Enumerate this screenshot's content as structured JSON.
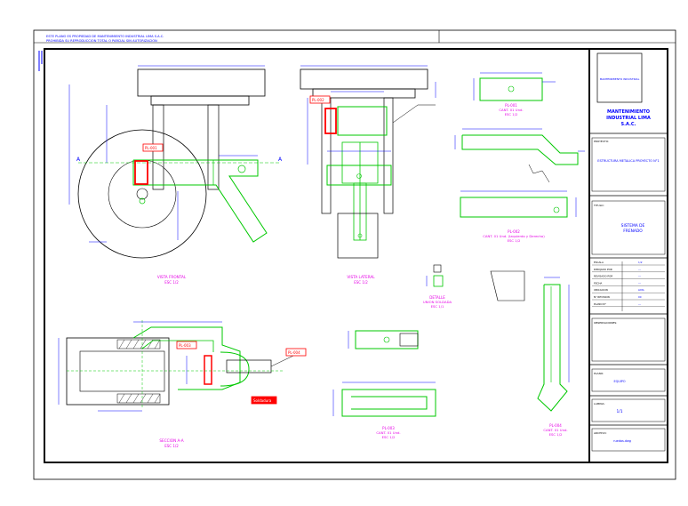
{
  "header": {
    "line1": "ESTE PLANO ES PROPIEDAD DE MANTENIMIENTO INDUSTRIAL LIMA S.A.C.",
    "line2": "PROHIBIDA SU REPRODUCCION TOTAL O PARCIAL SIN AUTORIZACION"
  },
  "views": {
    "front": {
      "title": "VISTA FRONTAL",
      "scale": "ESC 1/2"
    },
    "side": {
      "title": "VISTA LATERAL",
      "scale": "ESC 1/2"
    },
    "section": {
      "title": "SECCION A-A",
      "scale": "ESC 1/2"
    }
  },
  "parts": {
    "pl01": {
      "code": "PL-001",
      "desc": "CANT. 01 Und.",
      "scale": "ESC 1/2"
    },
    "pl02": {
      "code": "PL-002",
      "desc": "CANT. 01 Und. (Izquierdo y Derecho)",
      "scale": "ESC 1/2"
    },
    "pl03": {
      "code": "PL-003",
      "desc": "CANT. 01 Und.",
      "scale": "ESC 1/2"
    },
    "pl04": {
      "code": "PL-004",
      "desc": "CANT. 01 Und.",
      "scale": "ESC 1/2"
    },
    "detail": {
      "code": "DETALLE",
      "desc": "UNION SOLDADA",
      "scale": "ESC 1/1"
    }
  },
  "labels": {
    "red_tag_1": "PL-001",
    "red_tag_2": "PL-002",
    "red_tag_3": "PL-003",
    "red_tag_4": "PL-004",
    "red_tag_5": "Soldadura"
  },
  "title_block": {
    "company": "MANTENIMIENTO INDUSTRIAL LIMA S.A.C.",
    "logo_text": "MANTENIMIENTO INDUSTRIAL",
    "project_label": "PROYECTO:",
    "project": "ESTRUCTURA METALICA PROYECTO N°1",
    "title_label": "TITULO:",
    "title": "SISTEMA DE FRENADO",
    "rows": [
      {
        "k": "ESCALA",
        "v": "1/2"
      },
      {
        "k": "DIBUJADO POR",
        "v": "---"
      },
      {
        "k": "REVISADO POR",
        "v": "---"
      },
      {
        "k": "FECHA",
        "v": "---"
      },
      {
        "k": "UBICACION",
        "v": "LIMA"
      },
      {
        "k": "N° REVISION",
        "v": "00"
      },
      {
        "k": "PLANO N°",
        "v": "---"
      }
    ],
    "obs_label": "OBSERVACIONES:",
    "drawing_label": "PLANO:",
    "drawing": "EQUIPO",
    "sheet_label": "LAMINA:",
    "sheet": "1/1",
    "file_label": "ARCHIVO:",
    "file": "ruedas.dwg"
  },
  "colors": {
    "green": "#00c800",
    "cyan": "#00a0c8",
    "blue": "#0000ff",
    "magenta": "#e600e6",
    "red": "#ff0000",
    "dark": "#000000"
  }
}
